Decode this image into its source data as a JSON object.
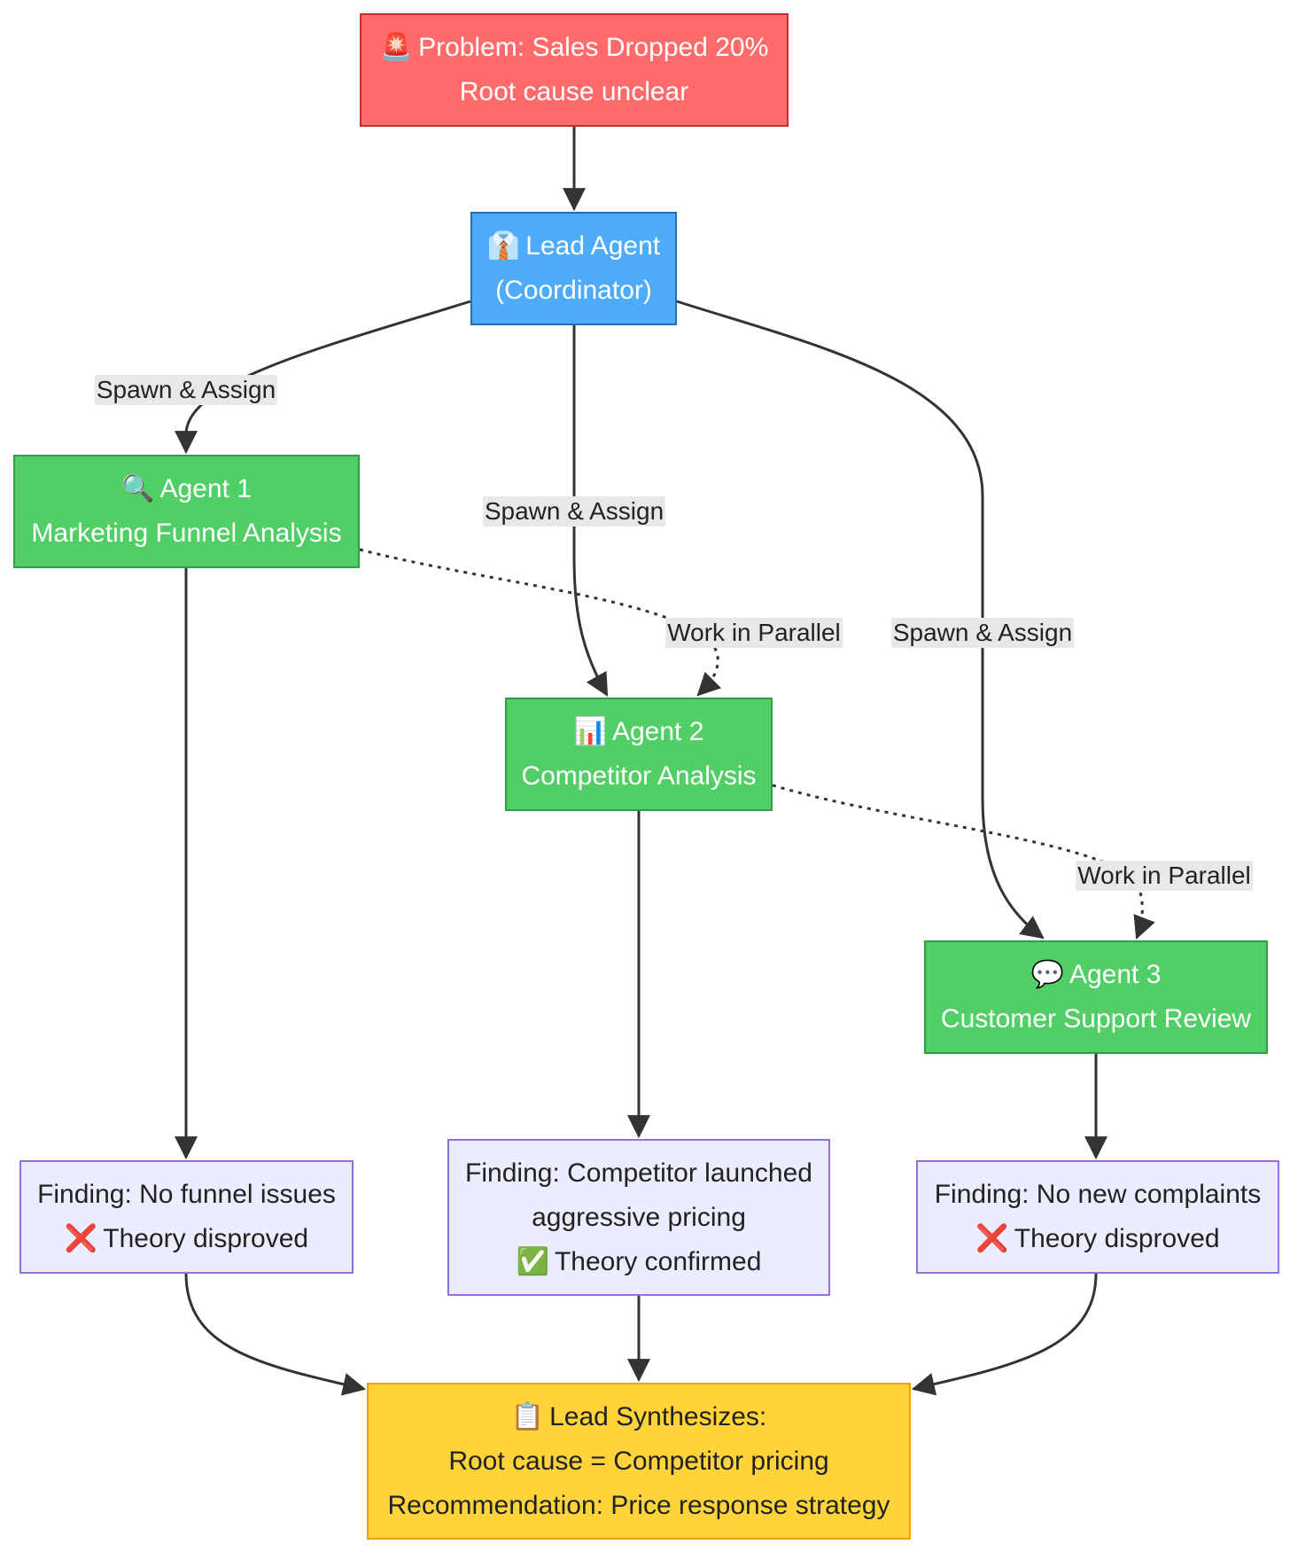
{
  "colors": {
    "problem_fill": "#ff6b6b",
    "lead_fill": "#4dabf7",
    "agent_fill": "#51cf66",
    "finding_fill": "#ececff",
    "synthesis_fill": "#ffd43b",
    "edge_color": "#333333",
    "edge_label_bg": "#e8e8e8"
  },
  "nodes": {
    "problem": {
      "icon": "rotating-light-icon",
      "glyph": "🚨",
      "title": "Problem: Sales Dropped 20%",
      "subtitle": "Root cause unclear"
    },
    "lead": {
      "icon": "necktie-shirt-icon",
      "glyph": "👔",
      "title": "Lead Agent",
      "subtitle": "(Coordinator)"
    },
    "agent1": {
      "icon": "magnifying-glass-icon",
      "glyph": "🔍",
      "title": "Agent 1",
      "subtitle": "Marketing Funnel Analysis"
    },
    "agent2": {
      "icon": "bar-chart-icon",
      "glyph": "📊",
      "title": "Agent 2",
      "subtitle": "Competitor Analysis"
    },
    "agent3": {
      "icon": "speech-bubble-icon",
      "glyph": "💬",
      "title": "Agent 3",
      "subtitle": "Customer Support Review"
    },
    "finding1": {
      "line1": "Finding: No funnel issues",
      "icon": "cross-mark-icon",
      "glyph": "❌",
      "verdict": "Theory disproved"
    },
    "finding2": {
      "line1": "Finding: Competitor launched",
      "line2": "aggressive pricing",
      "icon": "check-mark-icon",
      "glyph": "✅",
      "verdict": "Theory confirmed"
    },
    "finding3": {
      "line1": "Finding: No new complaints",
      "icon": "cross-mark-icon",
      "glyph": "❌",
      "verdict": "Theory disproved"
    },
    "synthesis": {
      "icon": "clipboard-icon",
      "glyph": "📋",
      "title": "Lead Synthesizes:",
      "line2": "Root cause = Competitor pricing",
      "line3": "Recommendation: Price response strategy"
    }
  },
  "edge_labels": {
    "spawn_assign": "Spawn & Assign",
    "work_in_parallel": "Work in Parallel"
  }
}
